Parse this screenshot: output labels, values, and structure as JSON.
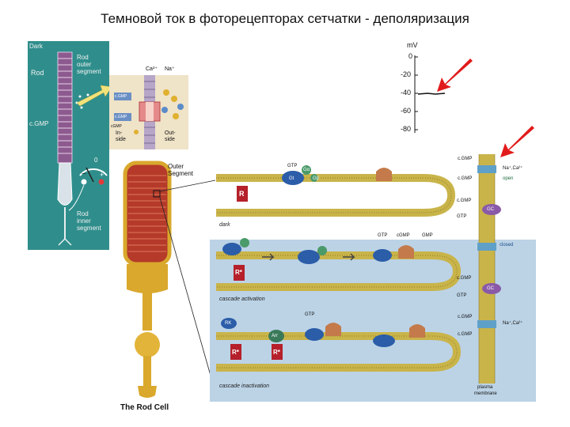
{
  "title": "Темновой ток в фоторецепторах сетчатки - деполяризация",
  "left_panel": {
    "dark": "Dark",
    "rod": "Rod",
    "outer_segment_l1": "Rod",
    "outer_segment_l2": "outer",
    "outer_segment_l3": "segment",
    "cgmp": "c.GMP",
    "inner_l1": "Rod",
    "inner_l2": "inner",
    "inner_l3": "segment",
    "meter_zero": "0",
    "minus": "−",
    "plus": "+"
  },
  "zoom_panel": {
    "ca": "Ca²⁺",
    "na": "Na⁺",
    "cgmp1": "c.GMP",
    "cgmp2": "c.GMP",
    "cgmp3": "cGMP",
    "inside_l1": "In-",
    "inside_l2": "side",
    "outside_l1": "Out-",
    "outside_l2": "side"
  },
  "voltage_scale": {
    "unit": "mV",
    "ticks": [
      "0",
      "-20",
      "-40",
      "-60",
      "-80"
    ],
    "resting_level": -40
  },
  "rod_cell": {
    "outer_segment_l1": "Outer",
    "outer_segment_l2": "Segment",
    "caption": "The Rod Cell"
  },
  "membrane": {
    "gtp1": "GTP",
    "gt": "Gt",
    "gda": "Gα",
    "gb": "Gβ",
    "r": "R",
    "dark": "dark",
    "cgmp_top": "c.GMP",
    "na_ca_1": "Na⁺,Ca²⁺",
    "cgmp_mid": "c.GMP",
    "open": "open",
    "cgmp_a": "c.GMP",
    "gtp_a": "GTP",
    "gc1": "GC",
    "gtp_b": "GTP",
    "cgmp_b": "cGMP",
    "gmp": "GMP",
    "rstar1": "R*",
    "closed": "closed",
    "cascade_activation": "cascade activation",
    "cgmp_c": "c.GMP",
    "gtp_c": "GTP",
    "gc2": "GC",
    "rk": "RK",
    "gtp_d": "GTP",
    "rstar2": "R*",
    "rstar3": "R*",
    "arr": "Arr",
    "cgmp_d": "c.GMP",
    "na_ca_2": "Na⁺,Ca²⁺",
    "cgmp_e": "c.GMP",
    "cascade_inactivation": "cascade inactivation",
    "plasma_l1": "plasma",
    "plasma_l2": "membrane"
  },
  "colors": {
    "teal": "#2f8e8c",
    "membrane_gold": "#c9b44a",
    "arrow_red": "#e11b1b",
    "rhodopsin_red": "#b5202a",
    "g_protein_blue": "#2b5da8",
    "light_panel": "#bcd3e6",
    "rod_gold": "#d9a82c"
  }
}
